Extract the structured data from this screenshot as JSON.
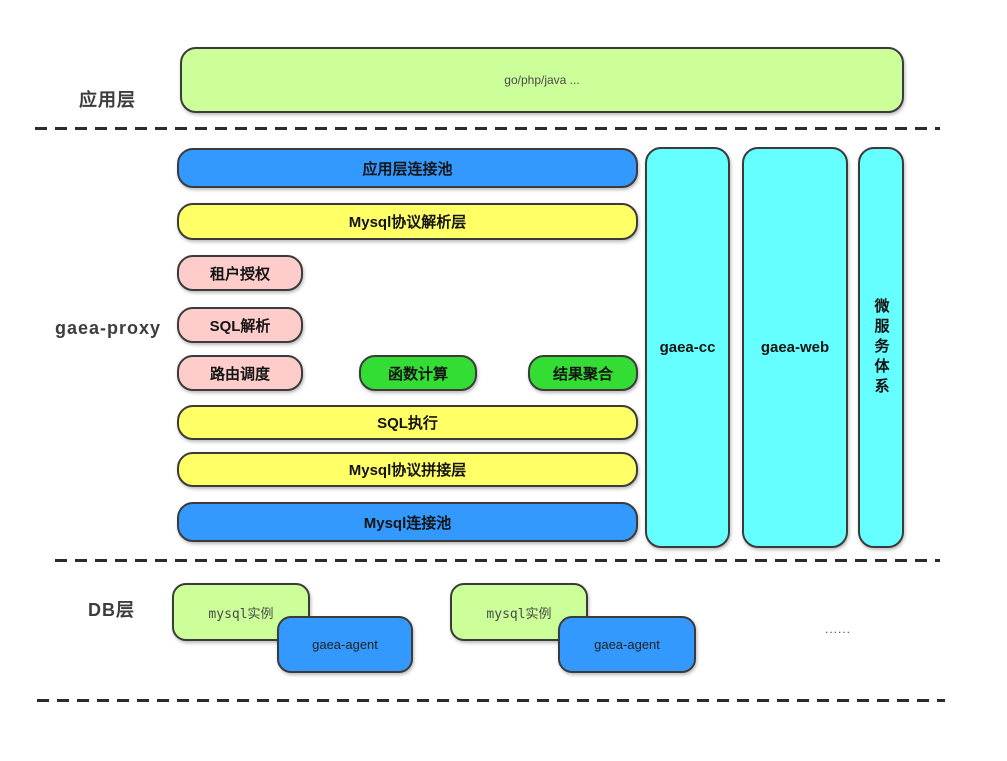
{
  "app_layer": {
    "label": "应用层",
    "box_label": "go/php/java ..."
  },
  "proxy_layer": {
    "label": "gaea-proxy",
    "stack": {
      "app_conn_pool": "应用层连接池",
      "mysql_protocol_parse": "Mysql协议解析层",
      "tenant_auth": "租户授权",
      "sql_parse": "SQL解析",
      "route_dispatch": "路由调度",
      "func_compute": "函数计算",
      "result_aggregate": "结果聚合",
      "sql_execute": "SQL执行",
      "mysql_protocol_assemble": "Mysql协议拼接层",
      "mysql_conn_pool": "Mysql连接池"
    },
    "columns": {
      "gaea_cc": "gaea-cc",
      "gaea_web": "gaea-web",
      "microservice": "微服务体系"
    }
  },
  "db_layer": {
    "label": "DB层",
    "group1": {
      "instance": "mysql实例",
      "agent": "gaea-agent"
    },
    "group2": {
      "instance": "mysql实例",
      "agent": "gaea-agent"
    },
    "ellipsis": "......"
  },
  "colors": {
    "app_box_green": "#ccff99",
    "pool_blue": "#3399ff",
    "layer_yellow": "#ffff66",
    "module_pink": "#ffcccc",
    "compute_green": "#33dd33",
    "column_cyan": "#66ffff",
    "border_dark": "#3b3b3b",
    "divider_dark": "#2b2b2b"
  }
}
